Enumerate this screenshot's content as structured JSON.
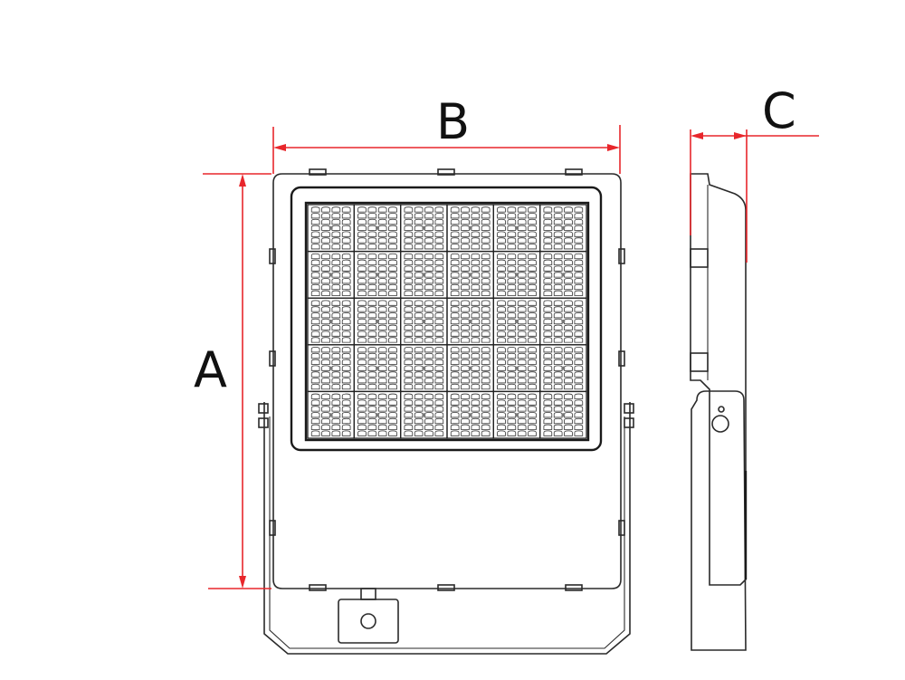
{
  "dimensions": {
    "a": "A",
    "b": "B",
    "c": "C"
  },
  "colors": {
    "dimension_line": "#e8262b",
    "outline": "#1a1a1a"
  },
  "led_array": {
    "module_columns": 6,
    "module_rows": 5,
    "leds_per_module_columns": 4,
    "leds_per_module_rows": 7
  }
}
